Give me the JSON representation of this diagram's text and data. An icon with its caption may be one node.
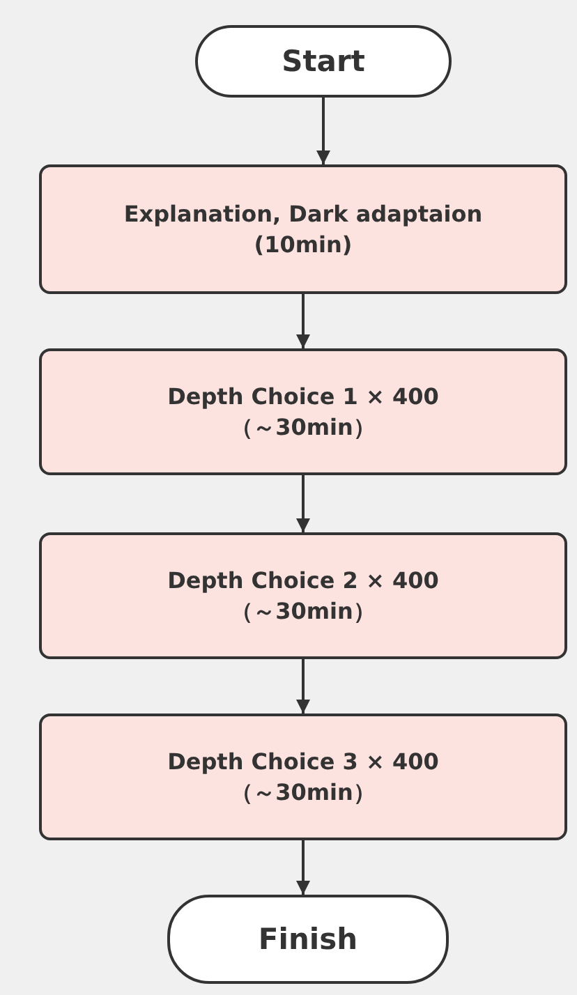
{
  "diagram": {
    "nodes": [
      {
        "text": [
          "Start"
        ]
      },
      {
        "text": [
          "Explanation, Dark adaptaion",
          "(10min)"
        ]
      },
      {
        "text": [
          "Depth Choice 1 × 400",
          "（～30min）"
        ]
      },
      {
        "text": [
          "Depth Choice 2 × 400",
          "（～30min）"
        ]
      },
      {
        "text": [
          "Depth Choice 3 × 400",
          "（～30min）"
        ]
      },
      {
        "text": [
          "Finish"
        ]
      }
    ],
    "edges": [
      {
        "from": 0,
        "to": 1,
        "arrow": "to"
      },
      {
        "from": 1,
        "to": 2,
        "arrow": "to"
      },
      {
        "from": 2,
        "to": 3,
        "arrow": "to"
      },
      {
        "from": 3,
        "to": 4,
        "arrow": "to"
      },
      {
        "from": 4,
        "to": 5,
        "arrow": "to"
      }
    ]
  }
}
